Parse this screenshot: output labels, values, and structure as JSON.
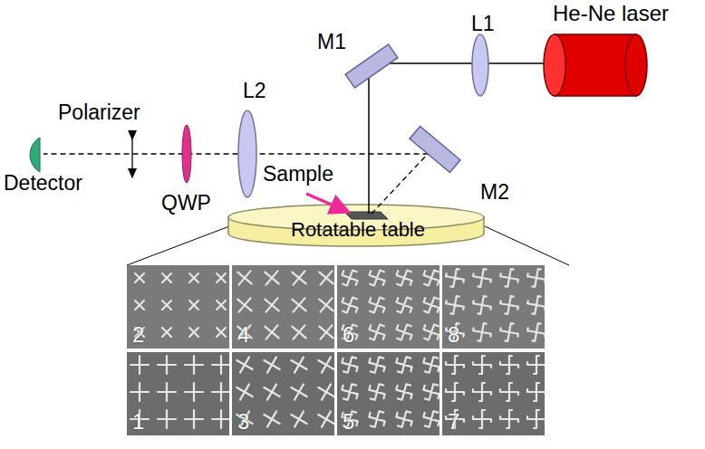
{
  "diagram": {
    "nodes": [
      {
        "text": [
          "He-Ne laser"
        ]
      },
      {
        "text": [
          "Rotatable table"
        ]
      },
      {
        "text": [
          "2"
        ]
      },
      {
        "text": [
          "4"
        ]
      },
      {
        "text": [
          "6"
        ]
      },
      {
        "text": [
          "8"
        ]
      },
      {
        "text": [
          "1"
        ]
      },
      {
        "text": [
          "3"
        ]
      },
      {
        "text": [
          "5"
        ]
      },
      {
        "text": [
          "7"
        ]
      }
    ],
    "labels": [
      "L1",
      "M1",
      "M2",
      "L2",
      "Polarizer",
      "QWP",
      "Detector",
      "Sample"
    ]
  }
}
